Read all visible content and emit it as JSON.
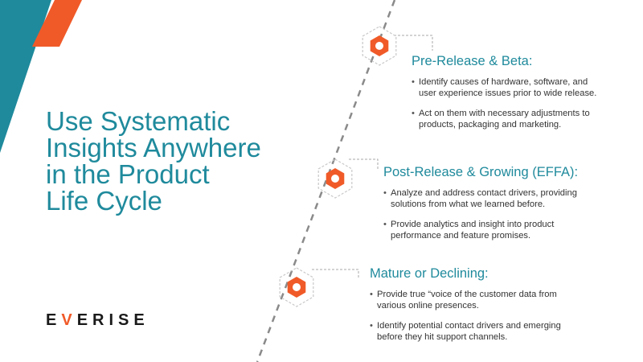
{
  "title_lines": [
    "Use Systematic",
    "Insights Anywhere",
    "in the Product",
    "Life Cycle"
  ],
  "logo": {
    "before": "E",
    "slash": "V",
    "after": "ERISE"
  },
  "colors": {
    "teal": "#1f8a9c",
    "orange": "#f05a28",
    "text": "#333333"
  },
  "sections": [
    {
      "heading": "Pre-Release & Beta:",
      "icon": "hexagon-nut-icon",
      "bullets": [
        [
          "Identify causes of hardware, software, and",
          "user experience issues prior to wide release."
        ],
        [
          "Act on them with necessary adjustments to",
          "products, packaging and marketing."
        ]
      ]
    },
    {
      "heading": "Post-Release & Growing (EFFA):",
      "icon": "hexagon-nut-icon",
      "bullets": [
        [
          "Analyze and address contact drivers, providing",
          "solutions from what we learned before."
        ],
        [
          "Provide analytics and insight into product",
          "performance and feature promises."
        ]
      ]
    },
    {
      "heading": "Mature or Declining:",
      "icon": "hexagon-nut-icon",
      "bullets": [
        [
          "Provide true “voice of the customer data from",
          "various online presences."
        ],
        [
          "Identify potential contact drivers and emerging",
          "before they hit support channels."
        ]
      ]
    }
  ]
}
